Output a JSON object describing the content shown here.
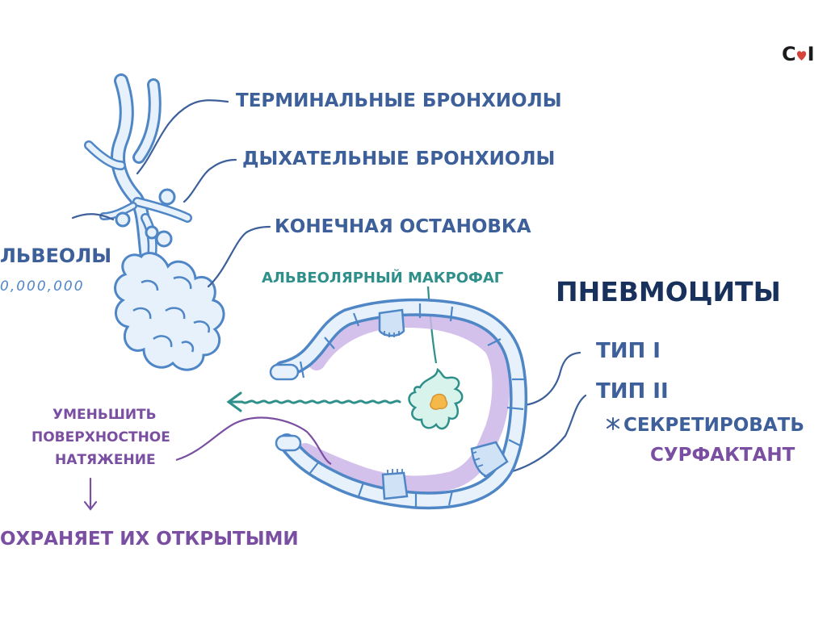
{
  "logo": {
    "text": "CI"
  },
  "labels": {
    "terminal_bronchioles": "ТЕРМИНАЛЬНЫЕ БРОНХИОЛЫ",
    "respiratory_bronchioles": "ДЫХАТЕЛЬНЫЕ БРОНХИОЛЫ",
    "alveoli": "ЛЬВЕОЛЫ",
    "alveoli_count": "0,000,000",
    "final_stop": "КОНЕЧНАЯ ОСТАНОВКА",
    "alveolar_macrophage": "АЛЬВЕОЛЯРНЫЙ МАКРОФАГ",
    "pneumocytes": "ПНЕВМОЦИТЫ",
    "type_1": "ТИП I",
    "type_2": "ТИП II",
    "secrete": "СЕКРЕТИРОВАТЬ",
    "surfactant": "СУРФАКТАНТ",
    "reduce_line1": "УМЕНЬШИТЬ",
    "reduce_line2": "ПОВЕРХНОСТНОЕ",
    "reduce_line3": "НАТЯЖЕНИЕ",
    "keeps_open": "ОХРАНЯЕТ ИХ ОТКРЫТЫМИ"
  },
  "colors": {
    "blue_text": "#3d5f9a",
    "teal_text": "#2f8f8a",
    "purple_text": "#7a4fa1",
    "navy_text": "#17315c",
    "outline": "#4f86c6",
    "fill": "#e6f1fb",
    "surfactant": "#cdb6e8",
    "macrophage": "#d8f3ec",
    "macrophage_nucleus": "#f4b94a"
  }
}
